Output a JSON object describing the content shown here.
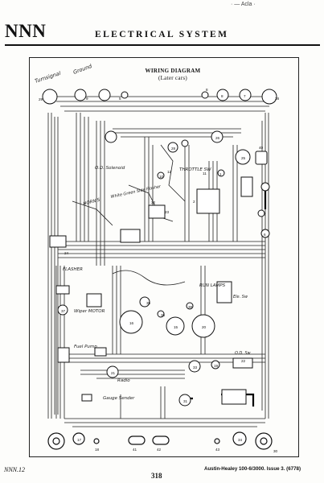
{
  "header": {
    "section_code": "NNN",
    "section_title": "ELECTRICAL SYSTEM",
    "corner_scribble": "· — Acla  ·"
  },
  "diagram": {
    "title": "WIRING DIAGRAM",
    "subtitle": "(Later cars)",
    "handwritten_labels": {
      "turn_signal": "Turnsignal",
      "ground": "Ground",
      "od_solenoid": "O.D. Solenoid",
      "throttle_sw": "THROTTLE SW",
      "horns": "HORN'S",
      "white_green": "White Green Side Flasher",
      "flasher": "FLASHER",
      "wiper_motor": "Wiper MOTOR",
      "fuel_pump": "Fuel Pump",
      "run_lamps": "RUN LAMPS",
      "ele_sw": "Ele. Sw",
      "radio": "Radio",
      "od_sw": "O.D. Sw",
      "gauge_sender": "Gauge Sender"
    },
    "component_numbers": [
      "29",
      "9",
      "5",
      "8",
      "8",
      "7",
      "28",
      "28",
      "26",
      "25",
      "10",
      "12",
      "40",
      "11",
      "1",
      "23",
      "32",
      "24",
      "37",
      "2",
      "35",
      "36",
      "16",
      "15",
      "20",
      "38",
      "21",
      "4",
      "33",
      "19",
      "6",
      "17",
      "18",
      "31",
      "34",
      "41",
      "42",
      "43",
      "30",
      "22"
    ]
  },
  "footer": {
    "left": "NNN.12",
    "page_number": "318",
    "right": "Austin-Healey 100-6/3000.  Issue 3.  (6778)"
  }
}
